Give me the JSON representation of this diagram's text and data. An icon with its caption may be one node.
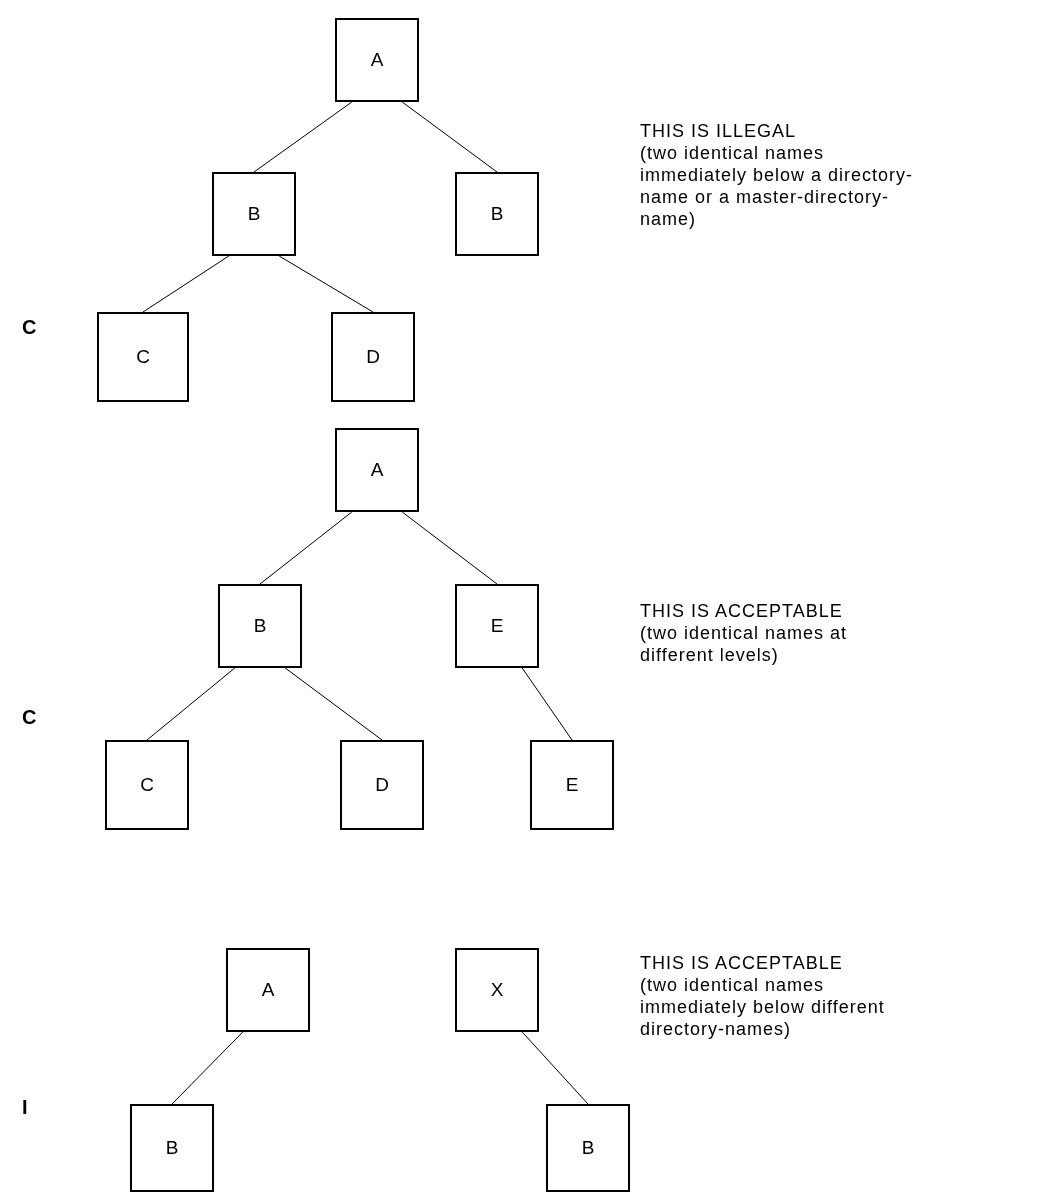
{
  "diagram": {
    "nodes": [
      {
        "text": [
          "A"
        ]
      },
      {
        "text": [
          "B"
        ]
      },
      {
        "text": [
          "B"
        ]
      },
      {
        "text": [
          "C"
        ]
      },
      {
        "text": [
          "D"
        ]
      },
      {
        "text": [
          "A"
        ]
      },
      {
        "text": [
          "B"
        ]
      },
      {
        "text": [
          "E"
        ]
      },
      {
        "text": [
          "C"
        ]
      },
      {
        "text": [
          "D"
        ]
      },
      {
        "text": [
          "E"
        ]
      },
      {
        "text": [
          "A"
        ]
      },
      {
        "text": [
          "X"
        ]
      },
      {
        "text": [
          "B"
        ]
      },
      {
        "text": [
          "B"
        ]
      }
    ],
    "edges": [
      {
        "from": 0,
        "to": 1,
        "arrow": "none"
      },
      {
        "from": 0,
        "to": 2,
        "arrow": "none"
      },
      {
        "from": 1,
        "to": 3,
        "arrow": "none"
      },
      {
        "from": 1,
        "to": 4,
        "arrow": "none"
      },
      {
        "from": 5,
        "to": 6,
        "arrow": "none"
      },
      {
        "from": 5,
        "to": 7,
        "arrow": "none"
      },
      {
        "from": 6,
        "to": 8,
        "arrow": "none"
      },
      {
        "from": 6,
        "to": 9,
        "arrow": "none"
      },
      {
        "from": 7,
        "to": 10,
        "arrow": "none"
      },
      {
        "from": 11,
        "to": 13,
        "arrow": "none"
      },
      {
        "from": 12,
        "to": 14,
        "arrow": "none"
      }
    ],
    "labels": [
      "THIS IS ILLEGAL",
      "(two identical names immediately below a directory-name or a master-directory-name)",
      "C",
      "THIS IS ACCEPTABLE",
      "(two identical names at different levels)",
      "C",
      "THIS IS ACCEPTABLE",
      "(two identical names immediately below different directory-names)",
      "I"
    ]
  }
}
